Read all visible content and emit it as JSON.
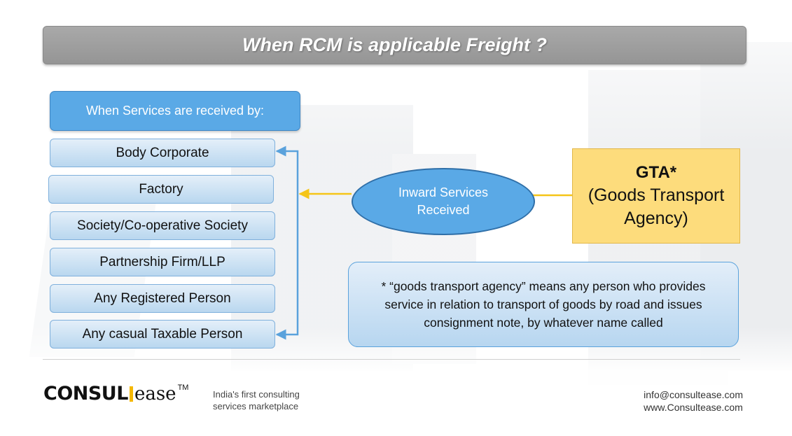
{
  "title": "When RCM is applicable Freight ?",
  "recipients": {
    "header": "When Services are received by:",
    "items": [
      "Body Corporate",
      "Factory",
      "Society/Co-operative Society",
      "Partnership Firm/LLP",
      "Any Registered Person",
      "Any casual Taxable Person"
    ]
  },
  "inward": {
    "line1": "Inward Services",
    "line2": "Received"
  },
  "gta": {
    "title": "GTA*",
    "line1": "(Goods Transport",
    "line2": "Agency)"
  },
  "note": "* “goods transport agency” means any person who provides service in relation to transport of goods by road and issues consignment note, by whatever name called",
  "footer": {
    "logo_consul": "CONSUL",
    "logo_ease": "ease",
    "logo_tm": "TM",
    "tagline_line1": "India's first consulting",
    "tagline_line2": "services marketplace",
    "email": "info@consultease.com",
    "website": "www.Consultease.com"
  },
  "colors": {
    "title_bar": "#a3a3a3",
    "header_blue": "#5aa9e6",
    "entity_fill": "#c9e0f3",
    "gta_yellow": "#fddc7c",
    "connector_yellow": "#f5c518",
    "bracket_blue": "#5aa2dc"
  }
}
